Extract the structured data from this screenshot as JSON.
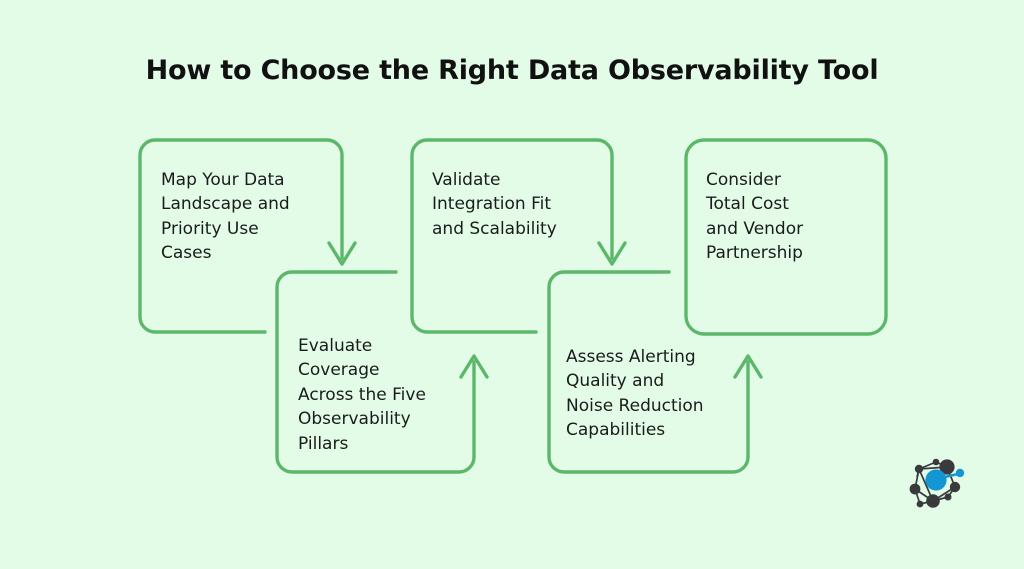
{
  "page": {
    "background_color": "#e2fce8",
    "title": "How to Choose the Right Data Observability Tool",
    "title_color": "#111111"
  },
  "theme": {
    "stroke_color": "#5cb76a",
    "text_color": "#1b1b1b",
    "logo_node_color": "#3a3a3c",
    "logo_accent_color": "#1496d4"
  },
  "flow": {
    "steps": [
      {
        "index": 1,
        "text": "Map Your Data\nLandscape and\nPriority Use\nCases",
        "row": "top",
        "connector": "arrow-down-to-step-2"
      },
      {
        "index": 2,
        "text": "Evaluate\nCoverage\nAcross the Five\nObservability\nPillars",
        "row": "bottom",
        "connector": "arrow-up-to-step-3"
      },
      {
        "index": 3,
        "text": "Validate\nIntegration Fit\nand Scalability",
        "row": "top",
        "connector": "arrow-down-to-step-4"
      },
      {
        "index": 4,
        "text": "Assess Alerting\nQuality and\nNoise Reduction\nCapabilities",
        "row": "bottom",
        "connector": "arrow-up-to-step-5"
      },
      {
        "index": 5,
        "text": "Consider\nTotal Cost\nand Vendor\nPartnership",
        "row": "top",
        "connector": "none"
      }
    ]
  },
  "logo": {
    "name": "network-graph-logo"
  }
}
